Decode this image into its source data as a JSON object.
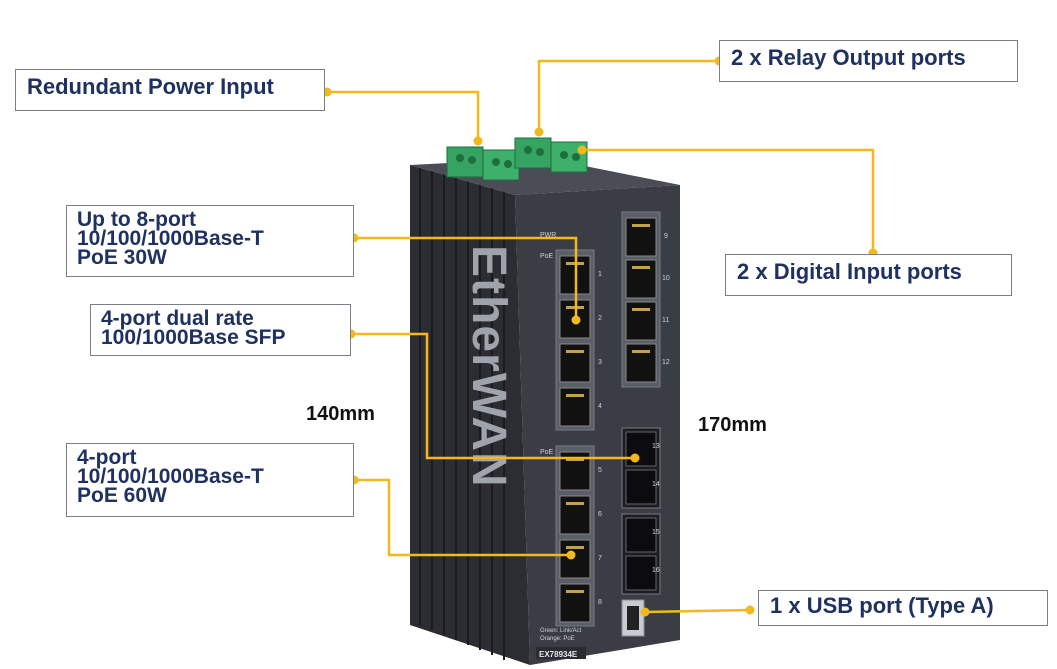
{
  "callouts": {
    "redundant_power": "Redundant Power Input",
    "relay_output": "2 x Relay Output ports",
    "poe30_line1": "Up to 8-port",
    "poe30_line2": "10/100/1000Base-T",
    "poe30_line3": "PoE 30W",
    "digital_input": "2 x Digital Input ports",
    "sfp_line1": "4-port dual rate",
    "sfp_line2": "100/1000Base SFP",
    "poe60_line1": "4-port",
    "poe60_line2": "10/100/1000Base-T",
    "poe60_line3": "PoE 60W",
    "usb": "1 x USB port (Type A)"
  },
  "dimensions": {
    "depth": "140mm",
    "height": "170mm"
  },
  "device": {
    "brand": "EtherWAN",
    "model": "EX78934E",
    "led_legend_line1": "Green: Link/Act",
    "led_legend_line2": "Orange: PoE",
    "labels": {
      "pwr": "PWR",
      "poe": "PoE",
      "p1": "1",
      "p2": "2",
      "p3": "3",
      "p4": "4",
      "p5": "5",
      "p6": "6",
      "p7": "7",
      "p8": "8",
      "p9": "9",
      "p10": "10",
      "p11": "11",
      "p12": "12",
      "p13": "13",
      "p14": "14",
      "p15": "15",
      "p16": "16"
    }
  },
  "colors": {
    "leader": "#f3b81c",
    "callout_text": "#1f3160",
    "callout_border": "#7a7f87",
    "device_body": "#3a3d44",
    "terminal_green": "#35a361"
  }
}
